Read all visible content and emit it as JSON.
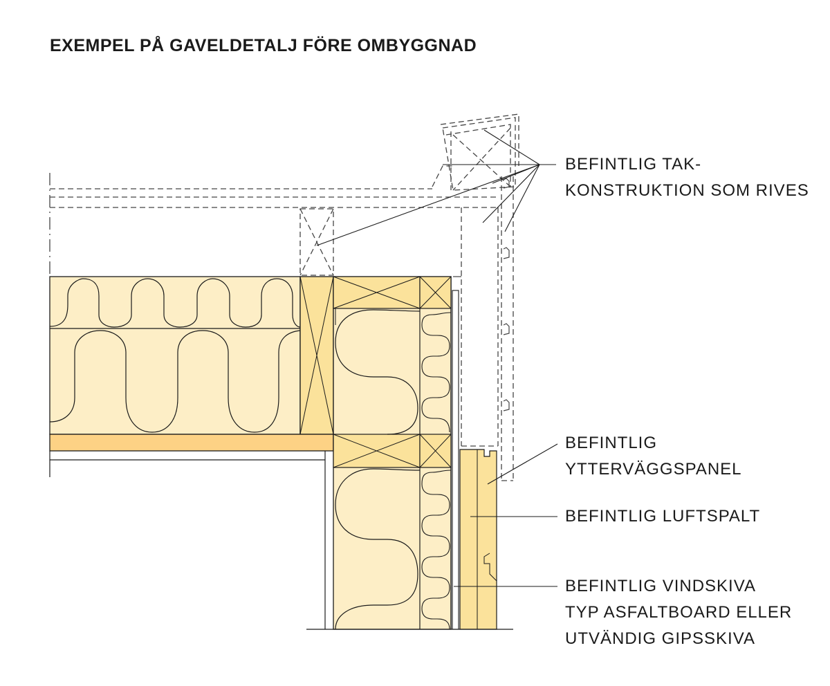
{
  "title": "EXEMPEL PÅ GAVELDETALJ FÖRE OMBYGGNAD",
  "labels": {
    "roof": [
      "BEFINTLIG TAK-",
      "KONSTRUKTION SOM RIVES"
    ],
    "panel": [
      "BEFINTLIG",
      "YTTERVÄGGSPANEL"
    ],
    "gap": [
      "BEFINTLIG LUFTSPALT"
    ],
    "wind": [
      "BEFINTLIG VINDSKIVA",
      "TYP ASFALTBOARD ELLER",
      "UTVÄNDIG GIPSSKIVA"
    ]
  },
  "colors": {
    "insulation": "#fdeec6",
    "timber": "#fbe29b",
    "beam": "#fdd285",
    "line": "#1a1a1a",
    "dashed": "#444444"
  }
}
